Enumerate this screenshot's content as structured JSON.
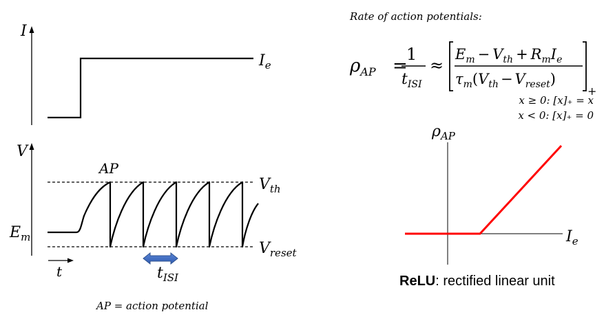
{
  "diagram": {
    "current_plot": {
      "axis_label": "I",
      "level_label_main": "I",
      "level_label_sub": "e"
    },
    "voltage_plot": {
      "axis_label": "V",
      "spike_label": "AP",
      "threshold_main": "V",
      "threshold_sub": "th",
      "reset_main": "V",
      "reset_sub": "reset",
      "rest_main": "E",
      "rest_sub": "m",
      "time_label": "t",
      "isi_main": "t",
      "isi_sub": "ISI",
      "footnote": "AP = action potential"
    },
    "formula": {
      "heading": "Rate of action potentials:",
      "lhs_main": "ρ",
      "lhs_sub": "AP",
      "eq": "=",
      "frac1_num": "1",
      "frac1_den_main": "t",
      "frac1_den_sub": "ISI",
      "approx": "≈",
      "num": {
        "E": "E",
        "E_sub": "m",
        "minus": "−",
        "V": "V",
        "V_sub": "th",
        "plus": "+",
        "R": "R",
        "R_sub": "m",
        "I": "I",
        "I_sub": "e"
      },
      "den": {
        "tau": "τ",
        "tau_sub": "m",
        "open": "(",
        "V1": "V",
        "V1_sub": "th",
        "minus": "−",
        "V2": "V",
        "V2_sub": "reset",
        "close": ")"
      },
      "bracket_sub": "+",
      "cond1": "x ≥ 0: [x]₊ = x",
      "cond2": "x < 0: [x]₊ = 0"
    },
    "relu_plot": {
      "y_main": "ρ",
      "y_sub": "AP",
      "x_main": "I",
      "x_sub": "e",
      "caption_bold": "ReLU",
      "caption_rest": ": rectified linear unit",
      "line_color": "#ff0000",
      "isi_arrow_color": "#4472c4"
    }
  }
}
